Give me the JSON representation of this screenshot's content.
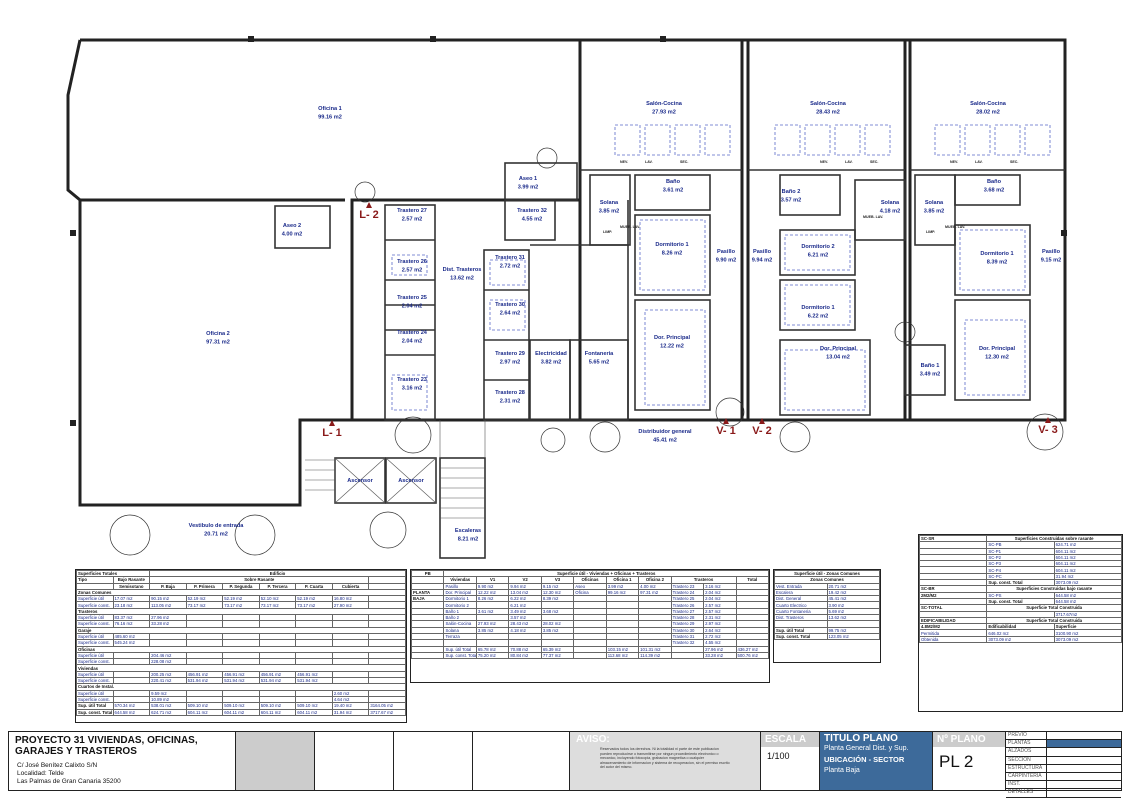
{
  "rooms": [
    {
      "id": "oficina1",
      "label": "Oficina 1",
      "area": "99.16 m2"
    },
    {
      "id": "oficina2",
      "label": "Oficina 2",
      "area": "97.31 m2"
    },
    {
      "id": "vestibulo",
      "label": "Vestibulo de entrada",
      "area": "20.71 m2"
    },
    {
      "id": "aseo1",
      "label": "Aseo 1",
      "area": "3.99 m2"
    },
    {
      "id": "aseo2",
      "label": "Aseo 2",
      "area": "4.00 m2"
    },
    {
      "id": "t27",
      "label": "Trastero 27",
      "area": "2.57 m2"
    },
    {
      "id": "t32",
      "label": "Trastero 32",
      "area": "4.55 m2"
    },
    {
      "id": "t26",
      "label": "Trastero 26",
      "area": "2.57 m2"
    },
    {
      "id": "t25",
      "label": "Trastero 25",
      "area": "2.04 m2"
    },
    {
      "id": "t24",
      "label": "Trastero 24",
      "area": "2.04 m2"
    },
    {
      "id": "t23",
      "label": "Trastero 23",
      "area": "3.16 m2"
    },
    {
      "id": "dist",
      "label": "Dist. Trasteros",
      "area": "13.62 m2"
    },
    {
      "id": "t31",
      "label": "Trastero 31",
      "area": "2.72 m2"
    },
    {
      "id": "t30",
      "label": "Trastero 30",
      "area": "2.64 m2"
    },
    {
      "id": "t29",
      "label": "Trastero 29",
      "area": "2.97 m2"
    },
    {
      "id": "t28",
      "label": "Trastero 28",
      "area": "2.31 m2"
    },
    {
      "id": "elec",
      "label": "Electricidad",
      "area": "3.82 m2"
    },
    {
      "id": "font",
      "label": "Fontaneria",
      "area": "5.65 m2"
    },
    {
      "id": "distgen",
      "label": "Distribuidor general",
      "area": "45.41 m2"
    },
    {
      "id": "escaleras",
      "label": "Escaleras",
      "area": "8.21 m2"
    },
    {
      "id": "asc1",
      "label": "Ascensor",
      "area": ""
    },
    {
      "id": "asc2",
      "label": "Ascensor",
      "area": ""
    },
    {
      "id": "sc1",
      "label": "Salón-Cocina",
      "area": "27.93 m2"
    },
    {
      "id": "sc2",
      "label": "Salón-Cocina",
      "area": "28.43 m2"
    },
    {
      "id": "sc3",
      "label": "Salón-Cocina",
      "area": "28.02 m2"
    },
    {
      "id": "sol1",
      "label": "Solana",
      "area": "3.85 m2"
    },
    {
      "id": "ban1",
      "label": "Baño",
      "area": "3.61 m2"
    },
    {
      "id": "d1a",
      "label": "Dormitorio 1",
      "area": "8.26 m2"
    },
    {
      "id": "pas1",
      "label": "Pasillo",
      "area": "9.90 m2"
    },
    {
      "id": "dp1",
      "label": "Dor. Principal",
      "area": "12.22 m2"
    },
    {
      "id": "pas2",
      "label": "Pasillo",
      "area": "9.94 m2"
    },
    {
      "id": "ban2",
      "label": "Baño 2",
      "area": "3.57 m2"
    },
    {
      "id": "sol2",
      "label": "Solana",
      "area": "4.18 m2"
    },
    {
      "id": "d2b",
      "label": "Dormitorio 2",
      "area": "6.21 m2"
    },
    {
      "id": "d1b",
      "label": "Dormitorio 1",
      "area": "6.22 m2"
    },
    {
      "id": "dp2",
      "label": "Dor. Principal",
      "area": "13.04 m2"
    },
    {
      "id": "ban2b",
      "label": "Baño 1",
      "area": "3.49 m2"
    },
    {
      "id": "sol3",
      "label": "Solana",
      "area": "3.85 m2"
    },
    {
      "id": "ban3",
      "label": "Baño",
      "area": "3.68 m2"
    },
    {
      "id": "d1c",
      "label": "Dormitorio 1",
      "area": "8.39 m2"
    },
    {
      "id": "pas3",
      "label": "Pasillo",
      "area": "9.15 m2"
    },
    {
      "id": "dp3",
      "label": "Dor. Principal",
      "area": "12.30 m2"
    }
  ],
  "levels": {
    "l1": "L- 1",
    "l2": "L- 2",
    "v1": "V- 1",
    "v2": "V- 2",
    "v3": "V- 3"
  },
  "fixtures": {
    "nev": "NEV.",
    "lav": "LAV.",
    "sec": "SEC.",
    "limp": "LIMP.",
    "lava": "MUEB. LAV."
  },
  "table_totales": {
    "title": "Superficies Totales",
    "edificio": "Edificio",
    "tipo": "Tipo",
    "bajo": "Bajo Rasante",
    "sobre": "Sobre Rasante",
    "cols": [
      "Semisotano",
      "P. Baja",
      "P. Primera",
      "P. Segunda",
      "P. Tercera",
      "P. Cuarta",
      "Cubierta"
    ],
    "rows": [
      {
        "g": "Zonas Comunes"
      },
      {
        "t": "Superficie útil",
        "v": [
          "17.07 m2",
          "90.15 m2",
          "52.19 m2",
          "52.19 m2",
          "52.10 m2",
          "52.19 m2",
          "16.80 m2"
        ]
      },
      {
        "t": "Superficie const.",
        "v": [
          "23.18 m2",
          "113.05 m2",
          "73.17 m2",
          "73.17 m2",
          "73.17 m2",
          "73.17 m2",
          "27.90 m2"
        ]
      },
      {
        "g": "Trasteros"
      },
      {
        "t": "Superficie útil",
        "v": [
          "83.37 m2",
          "27.96 m2",
          "",
          "",
          "",
          "",
          ""
        ]
      },
      {
        "t": "Superficie const.",
        "v": [
          "76.16 m2",
          "33.28 m2",
          "",
          "",
          "",
          "",
          ""
        ]
      },
      {
        "g": "Garaje"
      },
      {
        "t": "Superficie útil",
        "v": [
          "485.60 m2",
          "",
          "",
          "",
          "",
          "",
          ""
        ]
      },
      {
        "t": "Superficie const.",
        "v": [
          "545.24 m2",
          "",
          "",
          "",
          "",
          "",
          ""
        ]
      },
      {
        "g": "Oficinas"
      },
      {
        "t": "Superficie útil",
        "v": [
          "",
          "204.46 m2",
          "",
          "",
          "",
          "",
          ""
        ]
      },
      {
        "t": "Superficie const.",
        "v": [
          "",
          "228.08 m2",
          "",
          "",
          "",
          "",
          ""
        ]
      },
      {
        "g": "Viviendas"
      },
      {
        "t": "Superficie útil",
        "v": [
          "",
          "200.25 m2",
          "456.91 m2",
          "456.91 m2",
          "456.91 m2",
          "456.91 m2",
          ""
        ]
      },
      {
        "t": "Superficie const.",
        "v": [
          "",
          "220.41 m2",
          "531.94 m2",
          "531.94 m2",
          "531.94 m2",
          "531.94 m2",
          ""
        ]
      },
      {
        "g": "Cuartos de Instal."
      },
      {
        "t": "Superficie útil",
        "v": [
          "",
          "9.59 m2",
          "",
          "",
          "",
          "",
          "2.60 m2"
        ]
      },
      {
        "t": "Superficie const.",
        "v": [
          "",
          "10.89 m2",
          "",
          "",
          "",
          "",
          "4.64 m2"
        ]
      }
    ],
    "totals": [
      {
        "t": "Sup. útil Total",
        "v": [
          "570.34 m2",
          "538.01 m2",
          "509.10 m2",
          "509.10 m2",
          "509.10 m2",
          "509.10 m2",
          "19.40 m2",
          "3164.05 m2"
        ]
      },
      {
        "t": "Sup. const. Total",
        "v": [
          "644.58 m2",
          "624.71 m2",
          "604.11 m2",
          "604.11 m2",
          "604.11 m2",
          "604.11 m2",
          "31.94 m2",
          "3717.67 m2"
        ]
      }
    ]
  },
  "table_pb": {
    "title": "PB",
    "subtitle": "Superficie útil - Viviendas + Oficinas + Trasteros",
    "planta": "PLANTA",
    "baja": "BAJA",
    "cols": [
      "Viviendas",
      "V1",
      "V2",
      "V3",
      "Oficinas",
      "Oficina 1",
      "Oficina 2",
      "Trasteros",
      "Total"
    ],
    "rows": [
      [
        "Pasillo",
        "9.90 m2",
        "9.94 m2",
        "9.15 m2",
        "Aseo",
        "3.99 m2",
        "4.00 m2",
        "Trastero 23",
        "3.16 m2"
      ],
      [
        "Dor. Principal",
        "12.22 m2",
        "13.04 m2",
        "12.30 m2",
        "Oficina",
        "99.16 m2",
        "97.31 m2",
        "Trastero 24",
        "2.04 m2"
      ],
      [
        "Dormitorio 1",
        "8.26 m2",
        "6.22 m2",
        "8.39 m2",
        "",
        "",
        "",
        "Trastero 25",
        "2.04 m2"
      ],
      [
        "Dormitorio 2",
        "",
        "6.21 m2",
        "",
        "",
        "",
        "",
        "Trastero 26",
        "2.57 m2"
      ],
      [
        "Baño 1",
        "3.61 m2",
        "3.49 m2",
        "3.68 m2",
        "",
        "",
        "",
        "Trastero 27",
        "2.57 m2"
      ],
      [
        "Baño 2",
        "",
        "3.57 m2",
        "",
        "",
        "",
        "",
        "Trastero 28",
        "2.31 m2"
      ],
      [
        "Salón-Cocina",
        "27.93 m2",
        "28.43 m2",
        "28.02 m2",
        "",
        "",
        "",
        "Trastero 29",
        "2.97 m2"
      ],
      [
        "Solana",
        "3.85 m2",
        "4.18 m2",
        "3.85 m2",
        "",
        "",
        "",
        "Trastero 30",
        "2.64 m2"
      ],
      [
        "Terraza",
        "",
        "",
        "",
        "",
        "",
        "",
        "Trastero 31",
        "2.72 m2"
      ],
      [
        "",
        "",
        "",
        "",
        "",
        "",
        "",
        "Trastero 32",
        "4.55 m2"
      ]
    ],
    "totals": [
      [
        "Sup. útil Total",
        "65.78 m2",
        "70.88 m2",
        "65.39 m2",
        "",
        "103.15 m2",
        "101.31 m2",
        "",
        "27.96 m2",
        "436.27 m2"
      ],
      [
        "Sup. const. Total",
        "75.20 m2",
        "80.84 m2",
        "77.37 m2",
        "",
        "113.68 m2",
        "114.39 m2",
        "",
        "33.28 m2",
        "500.76 m2"
      ]
    ]
  },
  "table_zc": {
    "title": "Superficie útil - Zonas Comunes",
    "sub": "Zonas Comunes",
    "rows": [
      [
        "Vest. Entrada",
        "20.71 m2"
      ],
      [
        "Escalera",
        "19.42 m2"
      ],
      [
        "Dist. General",
        "45.41 m2"
      ],
      [
        "Cuarto Electrico",
        "3.90 m2"
      ],
      [
        "Cuarto Fontaneria",
        "5.69 m2"
      ],
      [
        "Dist. Trasteros",
        "13.62 m2"
      ]
    ],
    "totals": [
      [
        "Sup. útil Total",
        "99.75 m2"
      ],
      [
        "Sup. const. Total",
        "123.05 m2"
      ]
    ]
  },
  "table_sc": {
    "sr": "SC-SR",
    "srt": "Superficies Construidas sobre rasante",
    "sr_rows": [
      [
        "SC-PB",
        "624.71 m2"
      ],
      [
        "SC-P1",
        "604.11 m2"
      ],
      [
        "SC-P2",
        "604.11 m2"
      ],
      [
        "SC-P3",
        "604.11 m2"
      ],
      [
        "SC-P4",
        "604.11 m2"
      ],
      [
        "SC-PC",
        "31.94 m2"
      ]
    ],
    "sr_total": [
      "Sup. const. Total",
      "3073.09 m2"
    ],
    "br": "SC-BR",
    "brt": "Superficies Construidas bajo rasante",
    "br_label": "2M2/M2",
    "br_row": [
      "SC-PS",
      "644.58 m2"
    ],
    "br_total": [
      "Sup. const. Total",
      "644.58 m2"
    ],
    "tot": "SC-TOTAL",
    "tott": "Superficie Total Construida",
    "tot_val": "3717.67m2",
    "ed": "EDIFICABILIDAD",
    "edt": "Superficie Total Construida",
    "ed_label": "4.8M2/M2",
    "ed_head": [
      "Edificabilidad",
      "Superficie"
    ],
    "ed_rows": [
      [
        "Permitida",
        "646.02 m2",
        "3100.90 m2"
      ],
      [
        "Obtenida",
        "3073.09 m2",
        "3073.09 m2"
      ]
    ]
  },
  "titleblock": {
    "project": "PROYECTO 31 VIVIENDAS, OFICINAS, GARAJES Y TRASTEROS",
    "addr1": "C/ José Benítez Calixto S/N",
    "addr2": "Localidad: Telde",
    "addr3": "Las Palmas de Gran Canaria 35200",
    "aviso": "AVISO:",
    "aviso_text": "Reservados todos los derechos. Ni la totalidad ni parte de este publicacion pueden reproducirse o transmitirse por ningun procedimiento electronico o mecanico, incluyendo fotocopia, grabacion magnetica o cualquier almacenamiento de informacion y sistema de recuperacion, sin el permiso escrito del autor del mismo.",
    "escala": "ESCALA",
    "escala_val": "1/100",
    "titulo": "TITULO PLANO",
    "titulo_sub": "Planta General Dist. y Sup.",
    "ubic": "UBICACIÓN - SECTOR",
    "ubic_val": "Planta Baja",
    "nplano": "Nº PLANO",
    "nplano_val": "PL 2",
    "phases": [
      "PREVIO",
      "PLANTAS",
      "ALZADOS",
      "SECCION",
      "ESTRUCTURA",
      "CARPINTERIA",
      "INST.",
      "DETALLES"
    ]
  },
  "colors": {
    "blue": "#1a2a8a",
    "title_bg": "#3d6a9a",
    "red": "#8a1a1a",
    "grey": "#cccccc"
  }
}
